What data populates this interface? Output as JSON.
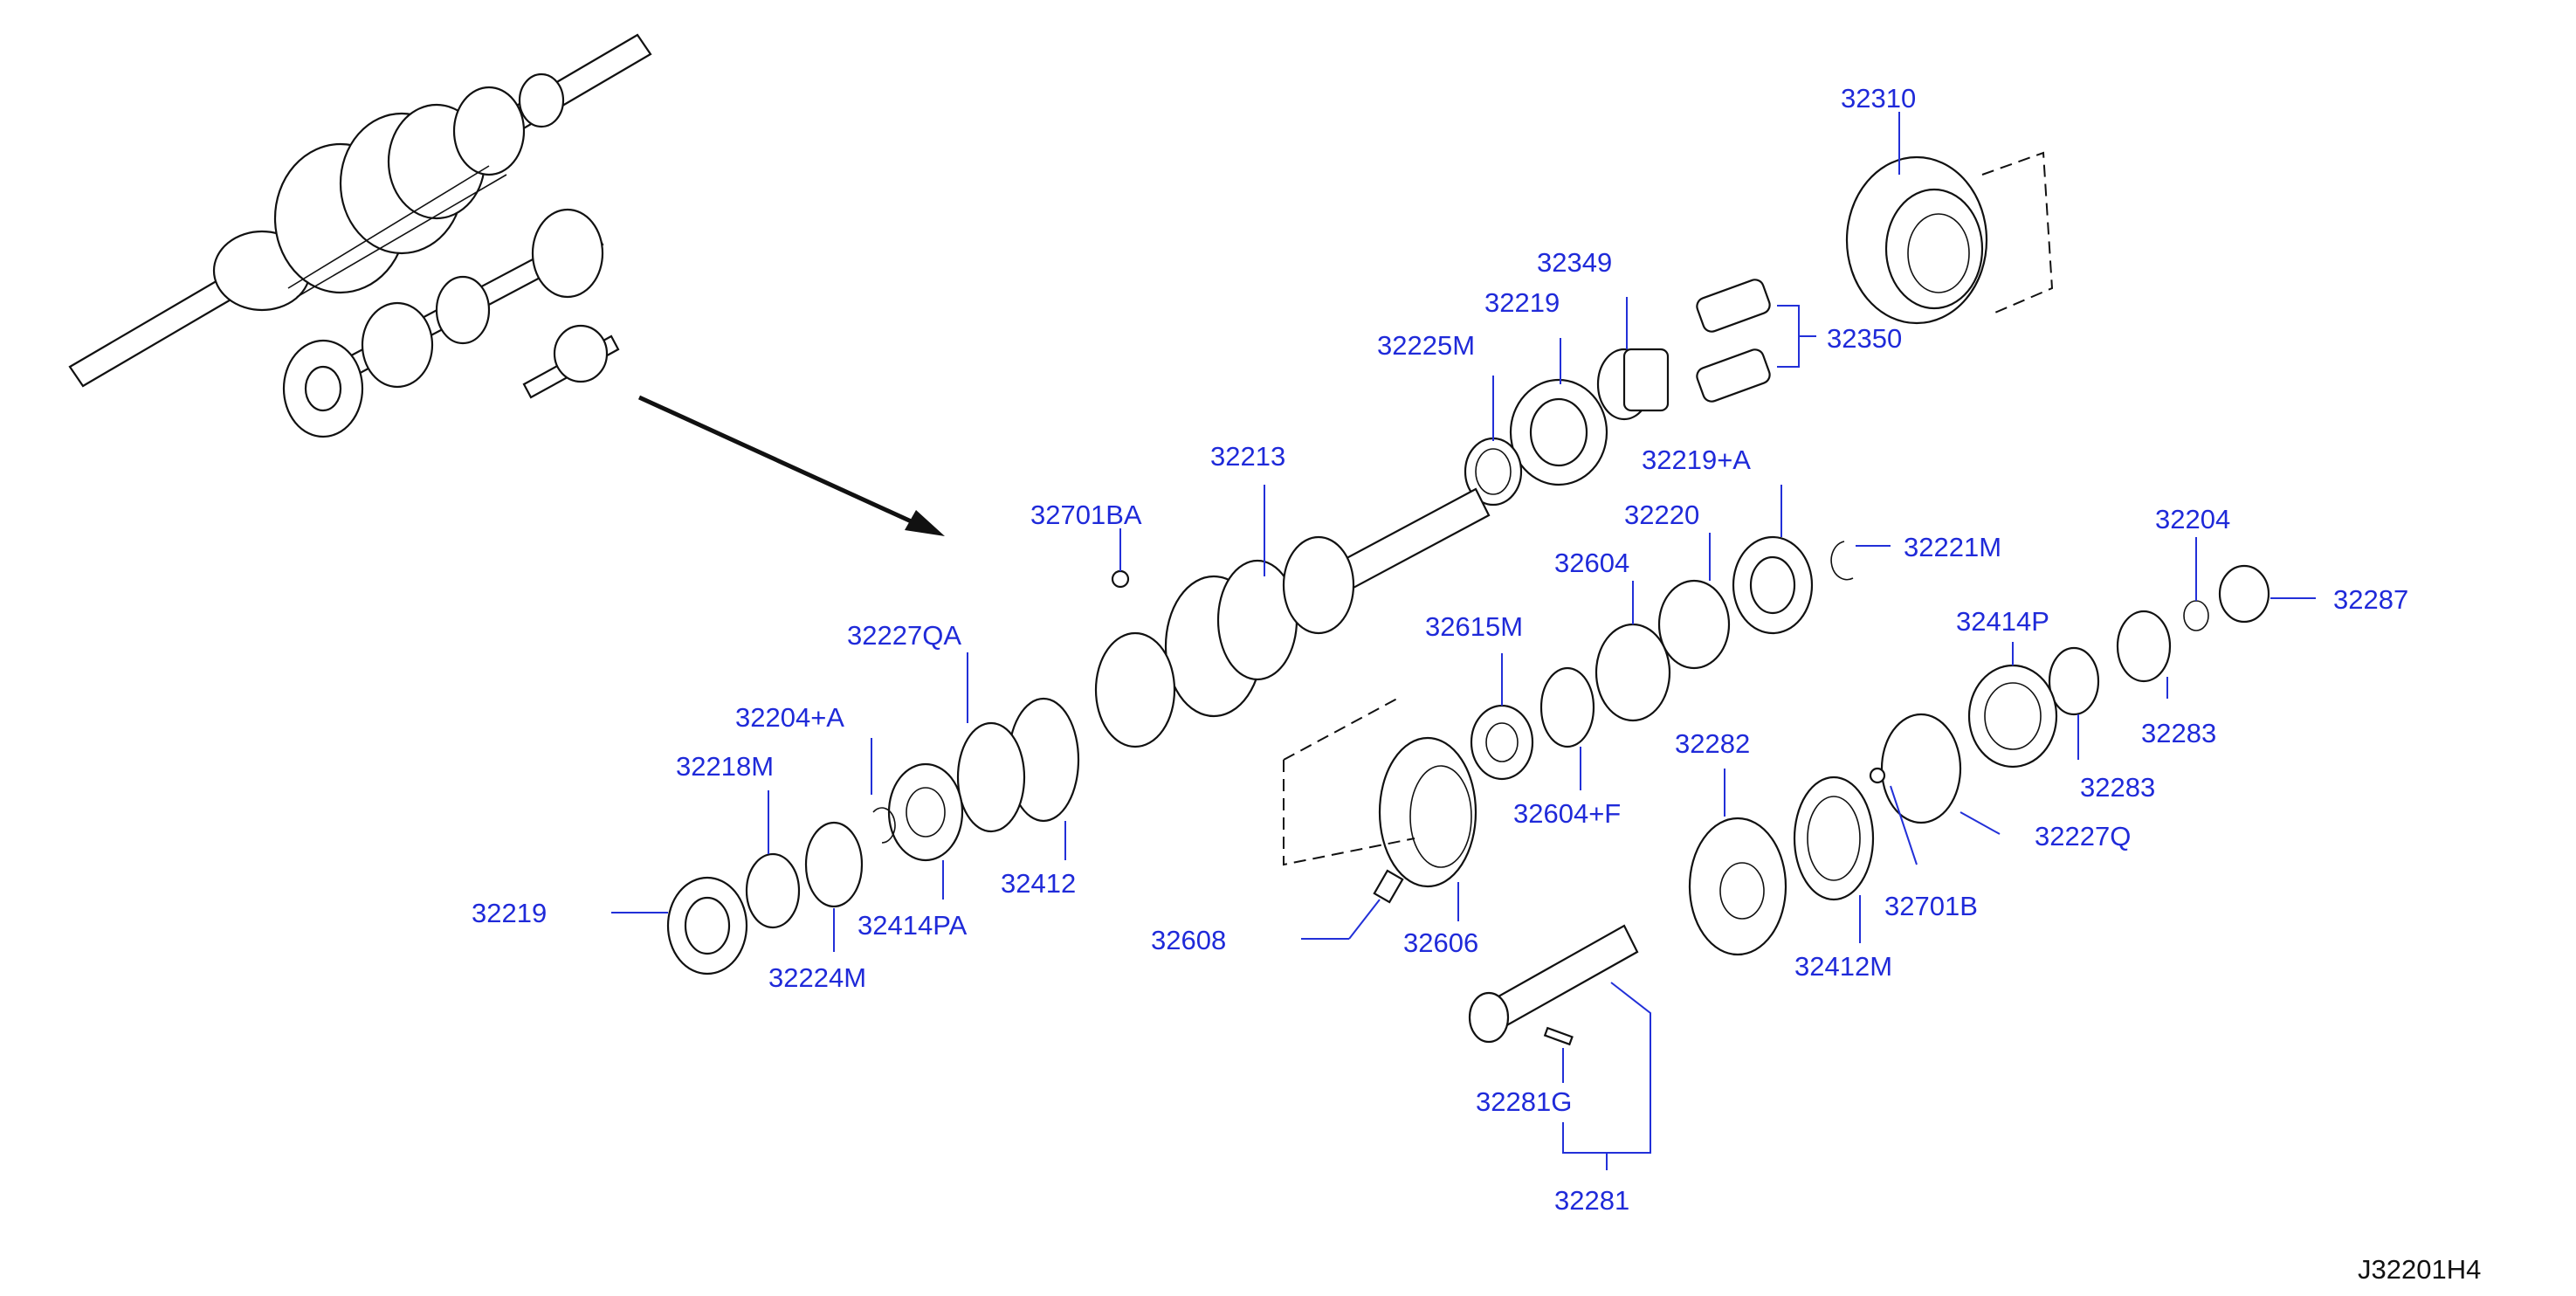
{
  "diagram": {
    "drawing_code": "J32201H4",
    "part_labels": {
      "p32310": "32310",
      "p32349": "32349",
      "p32219_top": "32219",
      "p32225M": "32225M",
      "p32350": "32350",
      "p32213": "32213",
      "p32219A": "32219+A",
      "p32701BA": "32701BA",
      "p32220": "32220",
      "p32221M": "32221M",
      "p32204_top": "32204",
      "p32604": "32604",
      "p32287": "32287",
      "p32615M": "32615M",
      "p32414P": "32414P",
      "p32227QA": "32227QA",
      "p32204A": "32204+A",
      "p32283_a": "32283",
      "p32282": "32282",
      "p32218M": "32218M",
      "p32283_b": "32283",
      "p32604F": "32604+F",
      "p32227Q": "32227Q",
      "p32412": "32412",
      "p32219_left": "32219",
      "p32701B": "32701B",
      "p32414PA": "32414PA",
      "p32608": "32608",
      "p32606": "32606",
      "p32224M": "32224M",
      "p32412M": "32412M",
      "p32281G": "32281G",
      "p32281": "32281"
    }
  }
}
